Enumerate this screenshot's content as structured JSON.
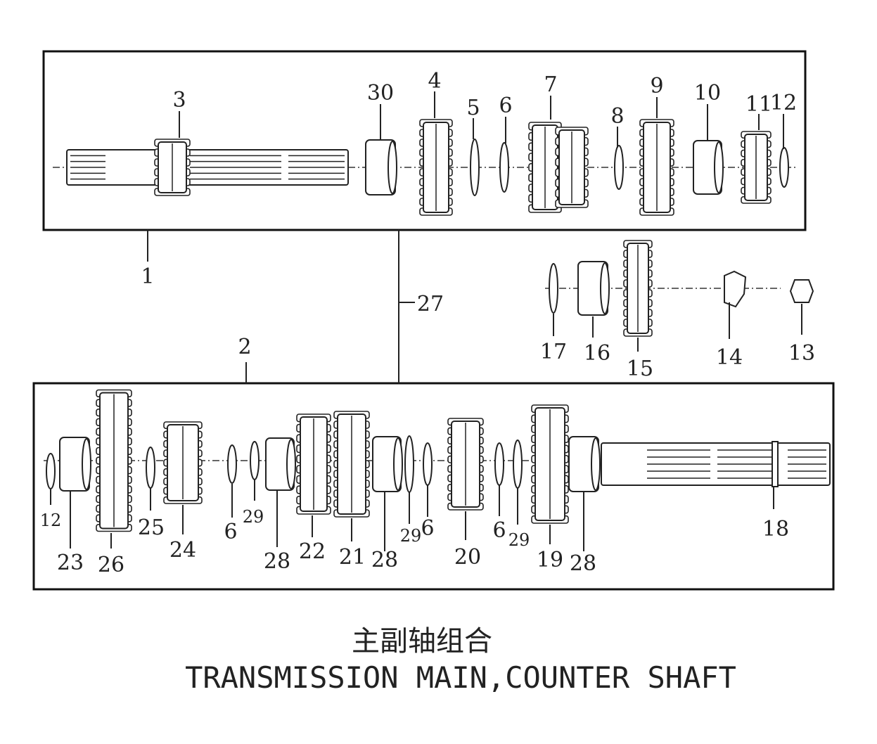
{
  "title": {
    "chinese": "主副轴组合",
    "english": "TRANSMISSION MAIN,COUNTER SHAFT"
  },
  "callouts": {
    "main_shaft_group": "1",
    "counter_shaft_group": "2",
    "main_shaft_set": "27",
    "top": [
      "3",
      "30",
      "4",
      "5",
      "6",
      "7",
      "8",
      "9",
      "10",
      "11",
      "12"
    ],
    "middle": [
      "17",
      "16",
      "15",
      "14",
      "13"
    ],
    "bottom": [
      "12",
      "23",
      "26",
      "25",
      "24",
      "6",
      "29",
      "28",
      "22",
      "21",
      "28",
      "29",
      "6",
      "20",
      "6",
      "29",
      "19",
      "28",
      "18"
    ]
  },
  "colors": {
    "line": "#222222",
    "background": "#ffffff"
  }
}
